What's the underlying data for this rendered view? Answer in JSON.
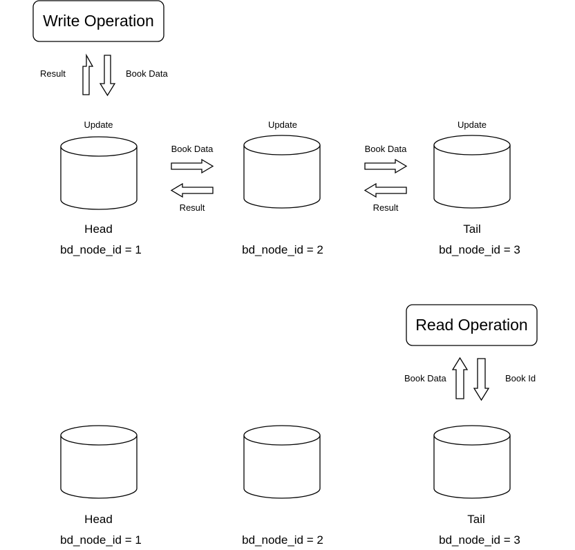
{
  "write_panel": {
    "operation": "Write Operation",
    "result_label": "Result",
    "data_label": "Book Data",
    "nodes": [
      {
        "update": "Update",
        "role": "Head",
        "id_text": "bd_node_id = 1"
      },
      {
        "update": "Update",
        "role": "",
        "id_text": "bd_node_id = 2"
      },
      {
        "update": "Update",
        "role": "Tail",
        "id_text": "bd_node_id = 3"
      }
    ],
    "links": [
      {
        "forward": "Book Data",
        "back": "Result"
      },
      {
        "forward": "Book Data",
        "back": "Result"
      }
    ]
  },
  "read_panel": {
    "operation": "Read Operation",
    "data_label": "Book Data",
    "id_label": "Book Id",
    "nodes": [
      {
        "role": "Head",
        "id_text": "bd_node_id = 1"
      },
      {
        "role": "",
        "id_text": "bd_node_id = 2"
      },
      {
        "role": "Tail",
        "id_text": "bd_node_id = 3"
      }
    ]
  }
}
